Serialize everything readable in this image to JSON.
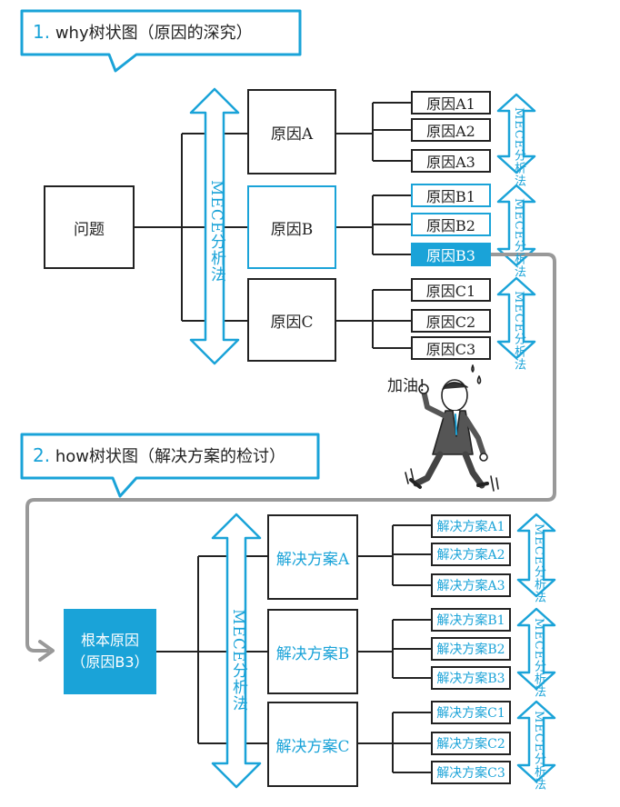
{
  "section1": {
    "number": "1.",
    "title": "why树状图（原因的深究）",
    "problem": "问题",
    "mece_label": "MECE分析法",
    "causes": [
      {
        "label": "原因A",
        "subs": [
          "原因A1",
          "原因A2",
          "原因A3"
        ]
      },
      {
        "label": "原因B",
        "subs": [
          "原因B1",
          "原因B2",
          "原因B3"
        ]
      },
      {
        "label": "原因C",
        "subs": [
          "原因C1",
          "原因C2",
          "原因C3"
        ]
      }
    ]
  },
  "character": {
    "shout": "加油！"
  },
  "section2": {
    "number": "2.",
    "title": "how树状图（解决方案的检讨）",
    "root_cause_line1": "根本原因",
    "root_cause_line2": "（原因B3）",
    "mece_label": "MECE分析法",
    "solutions": [
      {
        "label": "解决方案A",
        "subs": [
          "解决方案A1",
          "解决方案A2",
          "解决方案A3"
        ]
      },
      {
        "label": "解决方案B",
        "subs": [
          "解决方案B1",
          "解决方案B2",
          "解决方案B3"
        ]
      },
      {
        "label": "解决方案C",
        "subs": [
          "解决方案C1",
          "解决方案C2",
          "解决方案C3"
        ]
      }
    ]
  },
  "colors": {
    "accent": "#1aa3d8",
    "line": "#222222",
    "arrow_gray": "#999999"
  }
}
